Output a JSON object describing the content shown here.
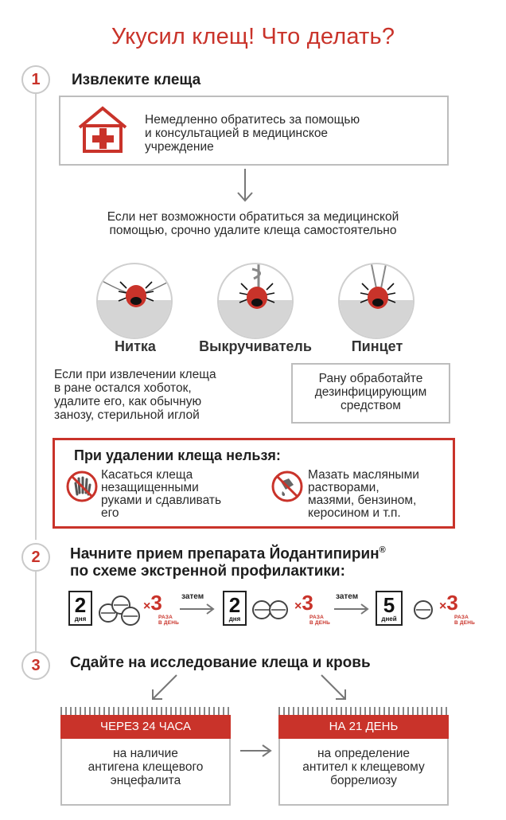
{
  "title": "Укусил клещ! Что делать?",
  "steps": [
    {
      "num": "1",
      "heading": "Извлеките клеща"
    },
    {
      "num": "2",
      "heading_line1": "Начните прием препарата Йодантипирин",
      "reg": "®",
      "heading_line2": "по схеме экстренной профилактики:"
    },
    {
      "num": "3",
      "heading": "Сдайте на исследование клеща и кровь"
    }
  ],
  "hospital_box": {
    "line1": "Немедленно обратитесь за помощью",
    "line2": "и консультацией в медицинское",
    "line3": "учреждение"
  },
  "fallback": {
    "line1": "Если нет возможности обратиться за медицинской",
    "line2": "помощью, срочно удалите клеща самостоятельно"
  },
  "methods": [
    "Нитка",
    "Выкручиватель",
    "Пинцет"
  ],
  "proboscis": {
    "line1": "Если при извлечении клеща",
    "line2": "в ране остался хоботок,",
    "line3": "удалите его, как обычную",
    "line4": "занозу, стерильной иглой"
  },
  "disinfect": {
    "line1": "Рану обработайте",
    "line2": "дезинфицирующим",
    "line3": "средством"
  },
  "forbidden": {
    "title": "При удалении клеща нельзя:",
    "left": {
      "line1": "Касаться клеща",
      "line2": "незащищенными",
      "line3": "руками и сдавливать",
      "line4": "его"
    },
    "right": {
      "line1": "Мазать масляными",
      "line2": "растворами,",
      "line3": "мазями, бензином,",
      "line4": "керосином и т.п."
    }
  },
  "schedule": [
    {
      "num": "2",
      "unit": "дня",
      "times": "3",
      "times_label": "РАЗА",
      "per_day": "В ДЕНЬ"
    },
    {
      "num": "2",
      "unit": "дня",
      "times": "3",
      "times_label": "РАЗА",
      "per_day": "В ДЕНЬ"
    },
    {
      "num": "5",
      "unit": "дней",
      "times": "3",
      "times_label": "РАЗА",
      "per_day": "В ДЕНЬ"
    }
  ],
  "then_label": "затем",
  "tests": [
    {
      "banner": "ЧЕРЕЗ 24 ЧАСА",
      "line1": "на наличие",
      "line2": "антигена клещевого",
      "line3": "энцефалита"
    },
    {
      "banner": "НА 21 ДЕНЬ",
      "line1": "на определение",
      "line2": "антител к клещевому",
      "line3": "боррелиозу"
    }
  ],
  "colors": {
    "accent": "#c9332a",
    "border": "#bdbdbd",
    "text": "#222222"
  }
}
